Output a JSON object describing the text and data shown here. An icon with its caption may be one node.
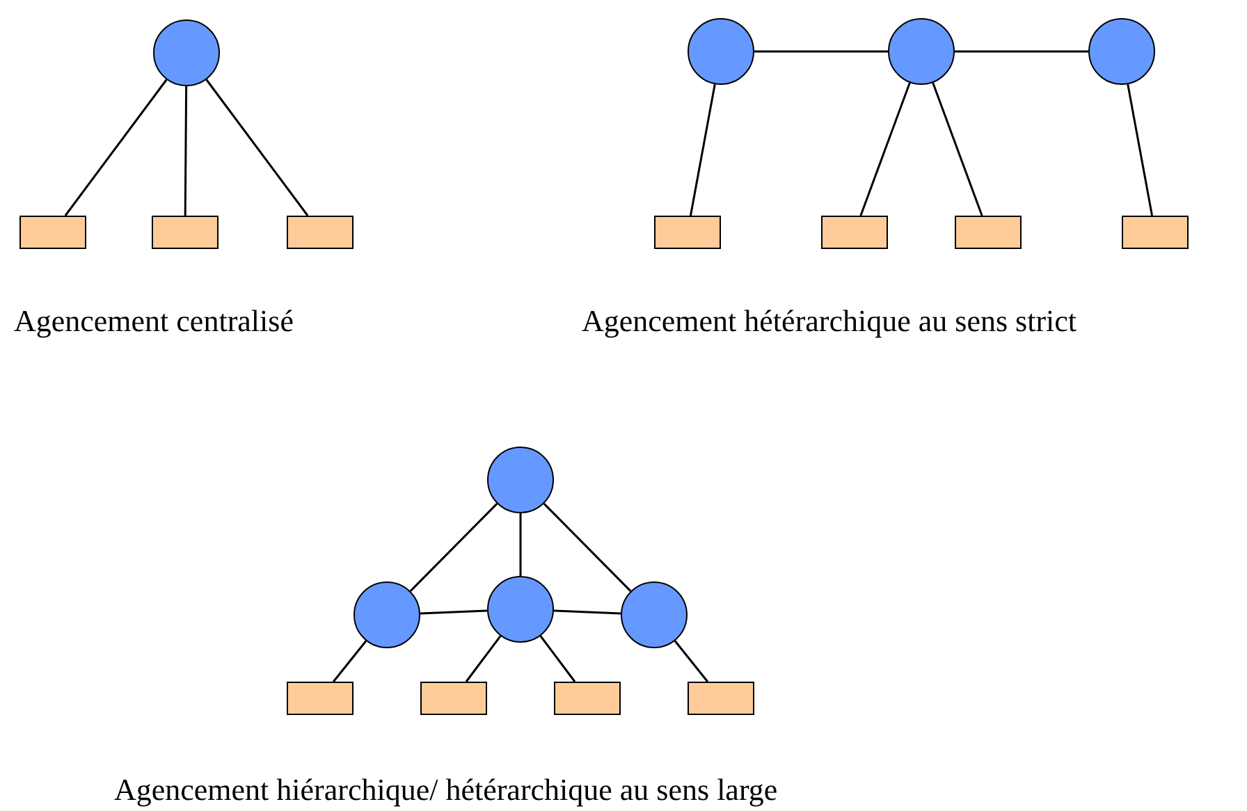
{
  "diagram": {
    "nodes": [
      {
        "text": [],
        "shape": "circle"
      },
      {
        "text": [],
        "shape": "box"
      },
      {
        "text": [],
        "shape": "box"
      },
      {
        "text": [],
        "shape": "box"
      },
      {
        "text": [],
        "shape": "circle"
      },
      {
        "text": [],
        "shape": "circle"
      },
      {
        "text": [],
        "shape": "circle"
      },
      {
        "text": [],
        "shape": "box"
      },
      {
        "text": [],
        "shape": "box"
      },
      {
        "text": [],
        "shape": "box"
      },
      {
        "text": [],
        "shape": "box"
      },
      {
        "text": [],
        "shape": "circle"
      },
      {
        "text": [],
        "shape": "circle"
      },
      {
        "text": [],
        "shape": "circle"
      },
      {
        "text": [],
        "shape": "circle"
      },
      {
        "text": [],
        "shape": "box"
      },
      {
        "text": [],
        "shape": "box"
      },
      {
        "text": [],
        "shape": "box"
      },
      {
        "text": [],
        "shape": "box"
      }
    ],
    "edges": [
      {
        "from": 0,
        "to": 1,
        "arrow": "none"
      },
      {
        "from": 0,
        "to": 2,
        "arrow": "none"
      },
      {
        "from": 0,
        "to": 3,
        "arrow": "none"
      },
      {
        "from": 4,
        "to": 5,
        "arrow": "none"
      },
      {
        "from": 5,
        "to": 6,
        "arrow": "none"
      },
      {
        "from": 4,
        "to": 7,
        "arrow": "none"
      },
      {
        "from": 5,
        "to": 8,
        "arrow": "none"
      },
      {
        "from": 5,
        "to": 9,
        "arrow": "none"
      },
      {
        "from": 6,
        "to": 10,
        "arrow": "none"
      },
      {
        "from": 11,
        "to": 12,
        "arrow": "none"
      },
      {
        "from": 11,
        "to": 13,
        "arrow": "none"
      },
      {
        "from": 11,
        "to": 14,
        "arrow": "none"
      },
      {
        "from": 12,
        "to": 13,
        "arrow": "none"
      },
      {
        "from": 13,
        "to": 14,
        "arrow": "none"
      },
      {
        "from": 12,
        "to": 15,
        "arrow": "none"
      },
      {
        "from": 13,
        "to": 16,
        "arrow": "none"
      },
      {
        "from": 13,
        "to": 17,
        "arrow": "none"
      },
      {
        "from": 14,
        "to": 18,
        "arrow": "none"
      }
    ],
    "labels": [
      "Agencement centralisé",
      "Agencement hétérarchique au sens strict",
      "Agencement hiérarchique/ hétérarchique au sens large"
    ]
  }
}
